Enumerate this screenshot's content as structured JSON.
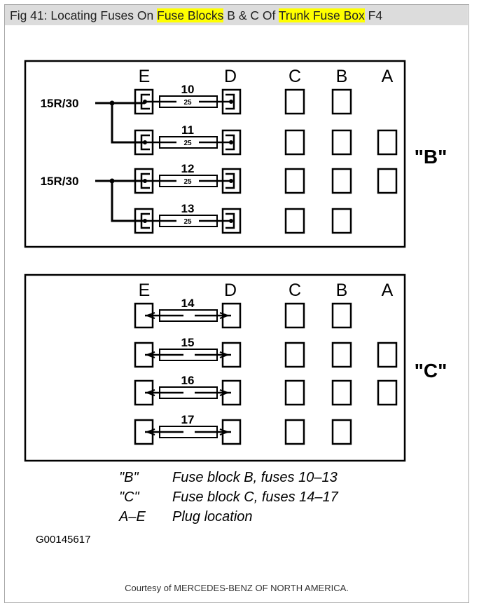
{
  "title": {
    "part1": "Fig 41: Locating Fuses On ",
    "highlight1": "Fuse Blocks",
    "part2": " B & C Of ",
    "highlight2": "Trunk Fuse Box",
    "part3": " F4"
  },
  "colors": {
    "highlight": "#ffff00",
    "title_bar": "#dcdcdc",
    "ink": "#000000"
  },
  "blocks": [
    {
      "id": "B",
      "label": "\"B\"",
      "columns": [
        "E",
        "D",
        "C",
        "B",
        "A"
      ],
      "fuses": [
        {
          "number": "10",
          "rating": "25"
        },
        {
          "number": "11",
          "rating": "25"
        },
        {
          "number": "12",
          "rating": "25"
        },
        {
          "number": "13",
          "rating": "25"
        }
      ],
      "feeds": [
        "15R/30",
        "15R/30"
      ]
    },
    {
      "id": "C",
      "label": "\"C\"",
      "columns": [
        "E",
        "D",
        "C",
        "B",
        "A"
      ],
      "fuses": [
        {
          "number": "14"
        },
        {
          "number": "15"
        },
        {
          "number": "16"
        },
        {
          "number": "17"
        }
      ]
    }
  ],
  "legend": [
    {
      "key": "\"B\"",
      "text": "Fuse block B, fuses 10–13"
    },
    {
      "key": "\"C\"",
      "text": "Fuse block C, fuses 14–17"
    },
    {
      "key": "A–E",
      "text": "Plug location"
    }
  ],
  "figure_id": "G00145617",
  "footer": "Courtesy of MERCEDES-BENZ OF NORTH AMERICA."
}
